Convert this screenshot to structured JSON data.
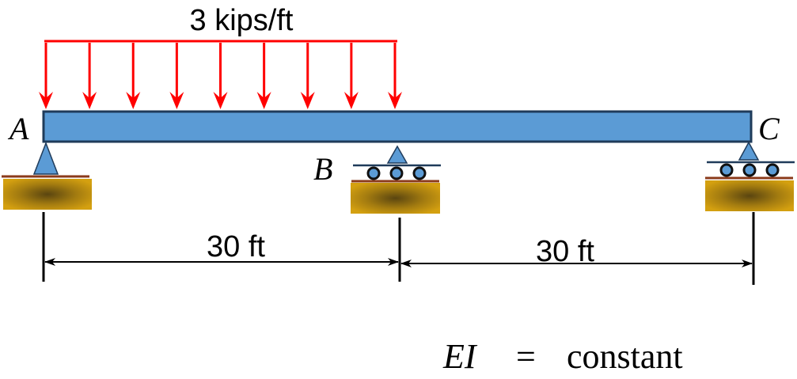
{
  "load": {
    "label": "3 kips/ft",
    "color": "#ff0000"
  },
  "beam": {
    "fill": "#5b9bd5",
    "stroke": "#1f3b5a"
  },
  "points": {
    "a": "A",
    "b": "B",
    "c": "C"
  },
  "spans": {
    "ab": "30 ft",
    "bc": "30 ft"
  },
  "property": {
    "ei": "EI",
    "eq": "=",
    "value": "constant"
  },
  "supports": {
    "pin_icon": "pin-support-icon",
    "roller_icon": "roller-support-icon",
    "ground_color": "#c8960c"
  }
}
